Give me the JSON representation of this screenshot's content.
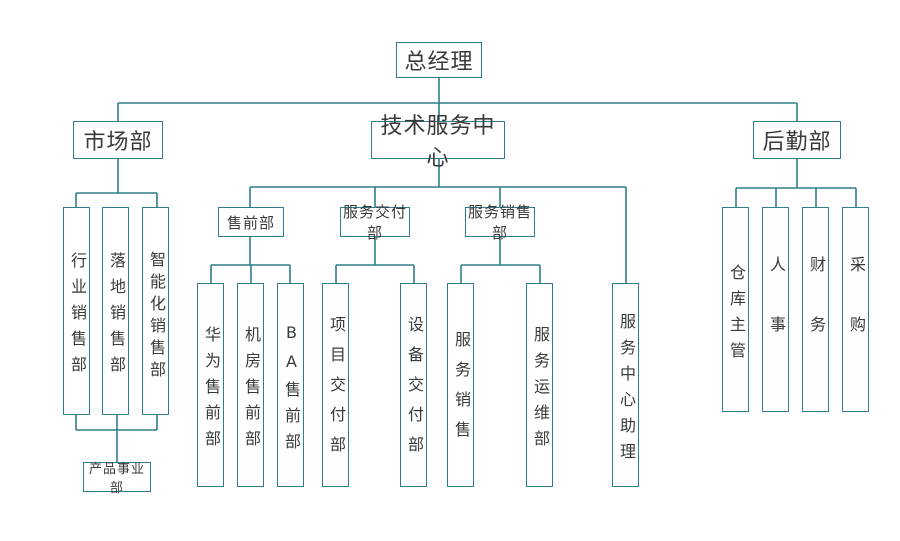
{
  "org": {
    "ceo": "总经理",
    "departments": {
      "market": {
        "label": "市场部",
        "units": [
          "行业销售部",
          "落地销售部",
          "智能化销售部"
        ],
        "product": "产品事业部"
      },
      "tech": {
        "label": "技术服务中心",
        "presales": {
          "label": "售前部",
          "units": [
            "华为售前部",
            "机房售前部",
            "BA售前部"
          ]
        },
        "delivery": {
          "label": "服务交付部",
          "units": [
            "项目交付部",
            "设备交付部"
          ]
        },
        "service_sales": {
          "label": "服务销售部",
          "units": [
            "服务销售",
            "服务运维部"
          ]
        },
        "assistant": "服务中心助理"
      },
      "logistics": {
        "label": "后勤部",
        "units": [
          "仓库主管",
          "人事",
          "财务",
          "采购"
        ]
      }
    }
  }
}
